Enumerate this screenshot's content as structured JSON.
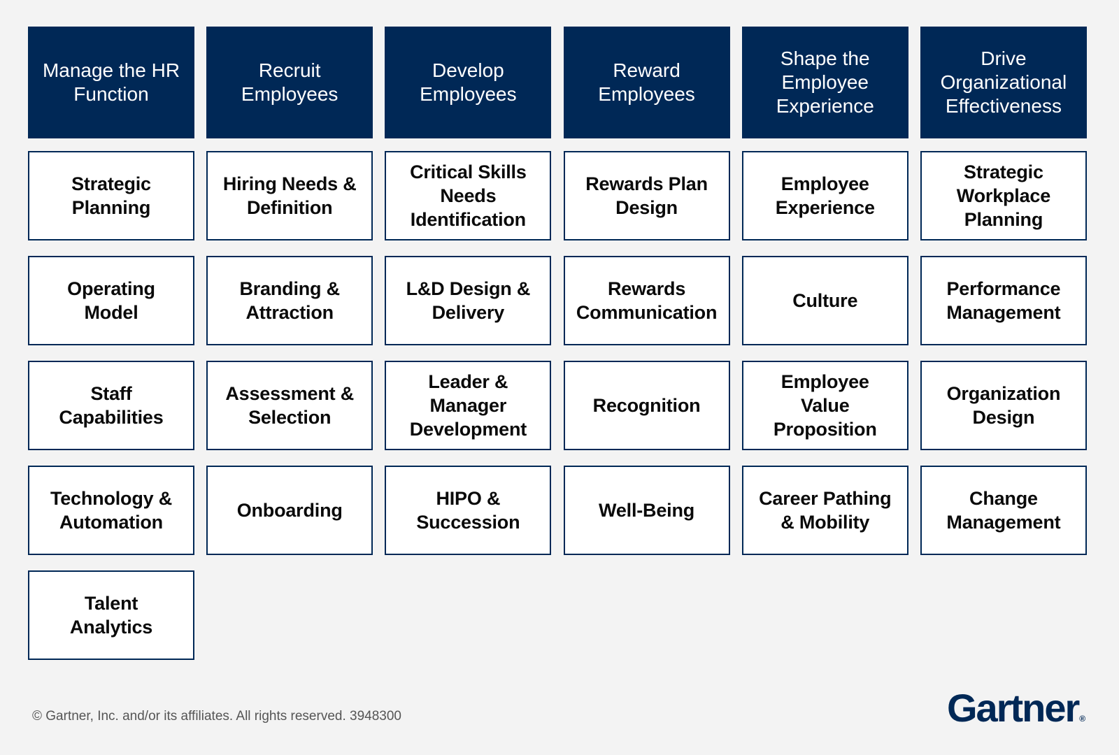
{
  "colors": {
    "background": "#f3f3f3",
    "header_fill": "#002856",
    "cell_border": "#002856",
    "cell_fill": "#ffffff"
  },
  "columns": [
    {
      "header": "Manage the HR\nFunction",
      "items": [
        "Strategic\nPlanning",
        "Operating\nModel",
        "Staff\nCapabilities",
        "Technology &\nAutomation",
        "Talent\nAnalytics"
      ]
    },
    {
      "header": "Recruit\nEmployees",
      "items": [
        "Hiring Needs &\nDefinition",
        "Branding &\nAttraction",
        "Assessment &\nSelection",
        "Onboarding"
      ]
    },
    {
      "header": "Develop\nEmployees",
      "items": [
        "Critical Skills\nNeeds\nIdentification",
        "L&D Design &\nDelivery",
        "Leader &\nManager\nDevelopment",
        "HIPO &\nSuccession"
      ]
    },
    {
      "header": "Reward\nEmployees",
      "items": [
        "Rewards Plan\nDesign",
        "Rewards\nCommunication",
        "Recognition",
        "Well-Being"
      ]
    },
    {
      "header": "Shape the\nEmployee\nExperience",
      "items": [
        "Employee\nExperience",
        "Culture",
        "Employee\nValue\nProposition",
        "Career Pathing\n& Mobility"
      ]
    },
    {
      "header": "Drive\nOrganizational\nEffectiveness",
      "items": [
        "Strategic\nWorkplace\nPlanning",
        "Performance\nManagement",
        "Organization\nDesign",
        "Change\nManagement"
      ]
    }
  ],
  "footer": {
    "copyright": "© Gartner, Inc. and/or its affiliates. All rights reserved. 3948300",
    "logo_text": "Gartner",
    "logo_mark": "®"
  }
}
